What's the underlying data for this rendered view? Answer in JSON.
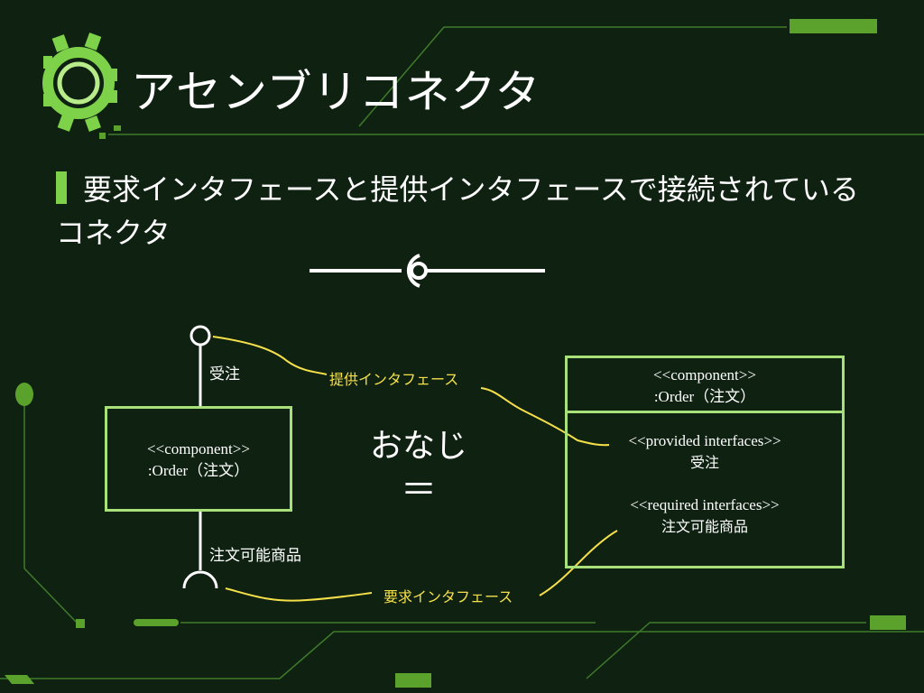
{
  "title": "アセンブリコネクタ",
  "subtitle": "要求インタフェースと提供インタフェースで接続されているコネクタ",
  "left_component": {
    "stereotype": "<<component>>",
    "name": ":Order（注文）",
    "provided_label": "受注",
    "required_label": "注文可能商品"
  },
  "right_component": {
    "stereotype": "<<component>>",
    "name": ":Order（注文）",
    "provided_header": "<<provided interfaces>>",
    "provided_item": "受注",
    "required_header": "<<required interfaces>>",
    "required_item": "注文可能商品"
  },
  "annotations": {
    "provided": "提供インタフェース",
    "required": "要求インタフェース"
  },
  "same_label": "おなじ",
  "equals_sign": "＝",
  "colors": {
    "background": "#0f2212",
    "accent_green": "#7ed24a",
    "box_border": "#a8e07a",
    "annotation_yellow": "#f5e04a",
    "line_green": "#3e7a2a"
  }
}
